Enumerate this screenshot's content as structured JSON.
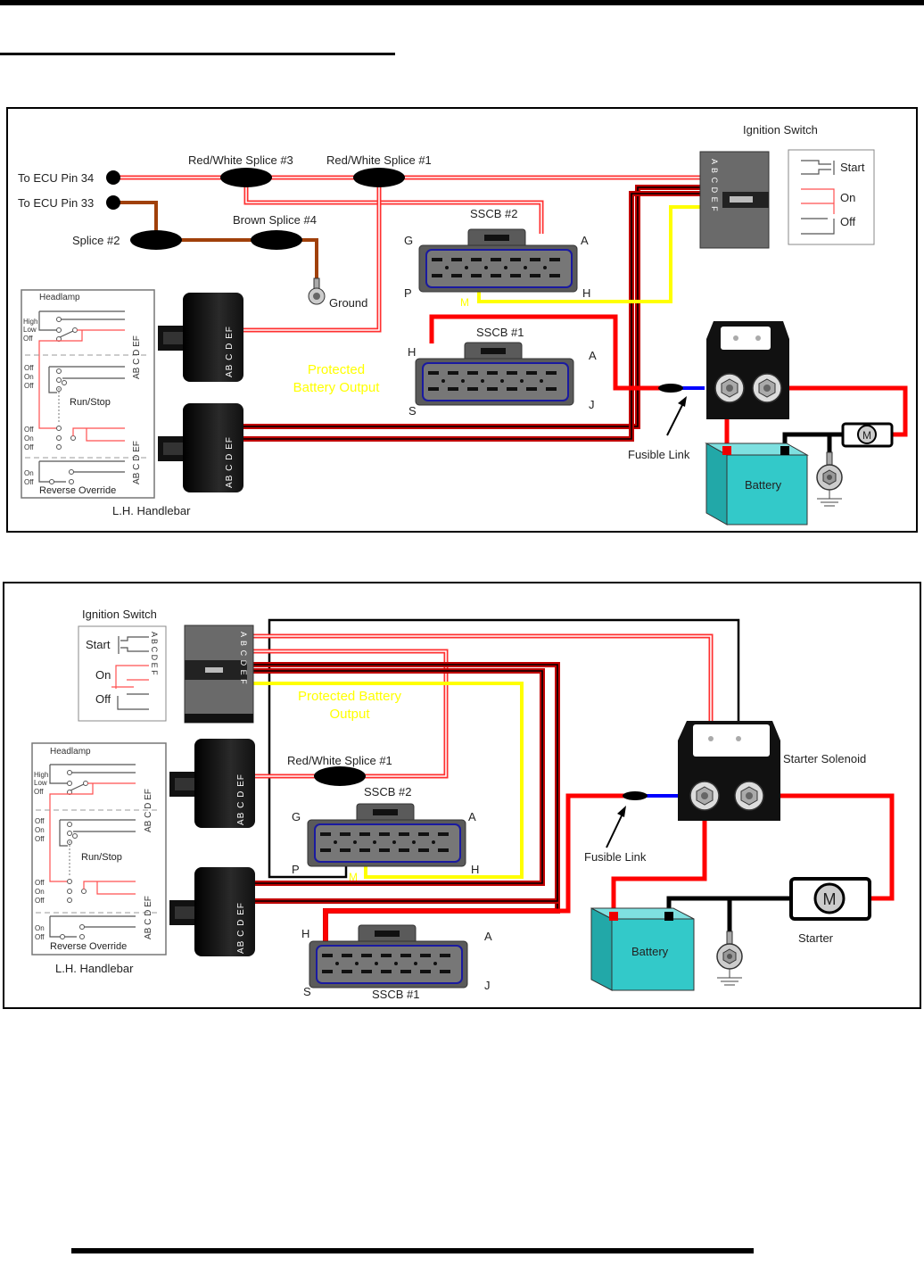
{
  "colors": {
    "red_white": "#ff3030",
    "dark_red": "#c00000",
    "red": "#ff0000",
    "brown": "#a0400a",
    "yellow": "#ffff00",
    "battery": "#33c9c9",
    "fusible_link": "#0000ff"
  },
  "handlebar": {
    "headlamp": "Headlamp",
    "high": "High",
    "low": "Low",
    "off": "Off",
    "on": "On",
    "run_stop": "Run/Stop",
    "reverse_override": "Reverse Override",
    "pins_top": "AB C D EF",
    "pin_labels": [
      "F",
      "E",
      "D",
      "C",
      "B",
      "A"
    ],
    "title": "L.H. Handlebar"
  },
  "ignition": {
    "title": "Ignition Switch",
    "start": "Start",
    "on": "On",
    "off": "Off",
    "pins": [
      "A",
      "B",
      "C",
      "D",
      "E",
      "F"
    ]
  },
  "sscb_pins": {
    "g": "G",
    "a": "A",
    "p": "P",
    "h": "H",
    "s": "S",
    "j": "J",
    "m": "M"
  },
  "diagram1": {
    "ecu34": "To ECU Pin 34",
    "ecu33": "To ECU Pin 33",
    "splice3": "Red/White Splice #3",
    "splice1": "Red/White Splice #1",
    "brown4": "Brown Splice #4",
    "splice2": "Splice #2",
    "ground": "Ground",
    "sscb2": "SSCB #2",
    "sscb1": "SSCB #1",
    "protected_1": "Protected",
    "protected_2": "Battery Output",
    "fusible": "Fusible Link",
    "battery": "Battery",
    "motor": "M"
  },
  "diagram2": {
    "splice1": "Red/White Splice #1",
    "sscb2": "SSCB #2",
    "sscb1": "SSCB #1",
    "protected_1": "Protected Battery",
    "protected_2": "Output",
    "solenoid": "Starter Solenoid",
    "fusible": "Fusible Link",
    "battery": "Battery",
    "starter": "Starter",
    "motor": "M"
  }
}
